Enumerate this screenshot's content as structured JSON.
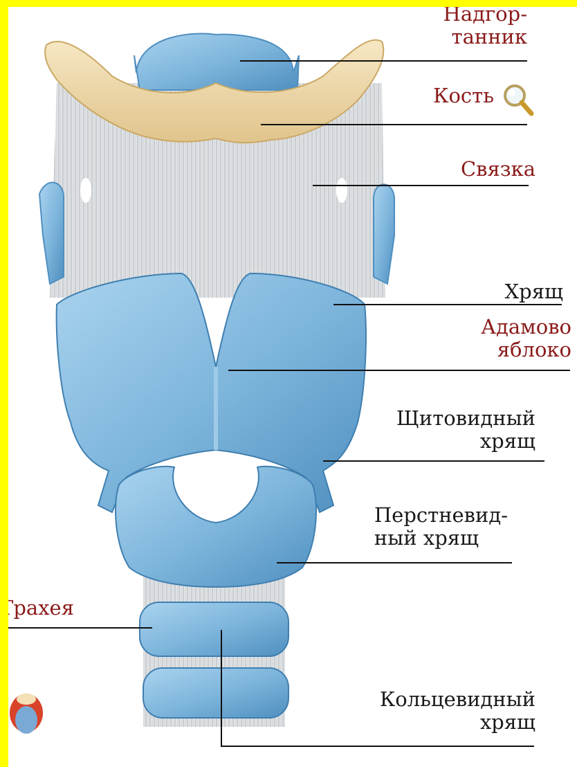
{
  "labels": {
    "epiglottis": "Надгор-\nтанник",
    "bone": "Кость",
    "ligament": "Связка",
    "cartilage": "Хрящ",
    "adams_apple": "Адамово\nяблоко",
    "thyroid": "Щитовидный\nхрящ",
    "cricoid": "Перстневид-\nный хрящ",
    "trachea": "Трахея",
    "ring": "Кольцевидный\nхрящ"
  },
  "icons": {
    "zoom": "magnifier-icon",
    "thumb": "larynx-thumbnail-icon"
  },
  "colors": {
    "frame": "#ffff00",
    "cartilage": "#7fb6dc",
    "cartilage_dark": "#4f8fc0",
    "bone": "#efd9a8",
    "ligament": "#d9dde0",
    "label_red": "#8b1a1a",
    "label_black": "#1a1a1a"
  }
}
